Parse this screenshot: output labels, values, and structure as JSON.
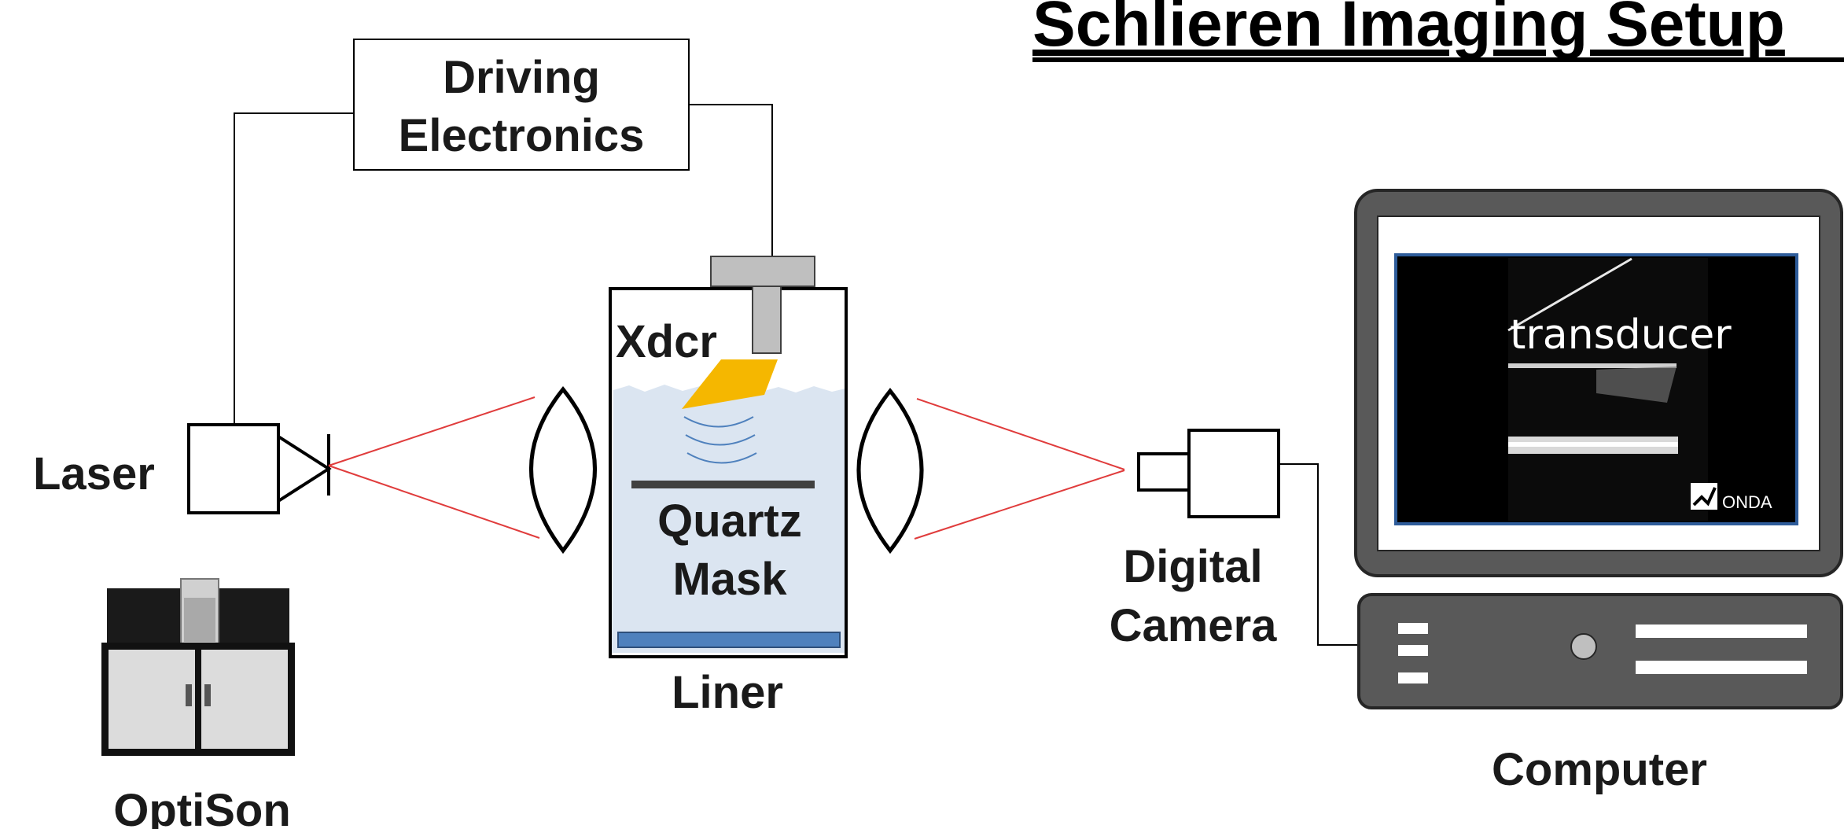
{
  "title": "Schlieren Imaging Setup",
  "labels": {
    "driving_electronics_line1": "Driving",
    "driving_electronics_line2": "Electronics",
    "laser": "Laser",
    "xdcr": "Xdcr",
    "quartz_line1": "Quartz",
    "quartz_line2": "Mask",
    "liner": "Liner",
    "camera_line1": "Digital",
    "camera_line2": "Camera",
    "computer": "Computer",
    "optison": "OptiSon"
  },
  "screen": {
    "caption": "transducer",
    "brand": "ONDA"
  },
  "colors": {
    "beam": "#e03c3c",
    "water": "#dbe5f1",
    "transducer_beam": "#f5b700",
    "liner": "#4f81bd",
    "monitor_bezel": "#595959"
  }
}
